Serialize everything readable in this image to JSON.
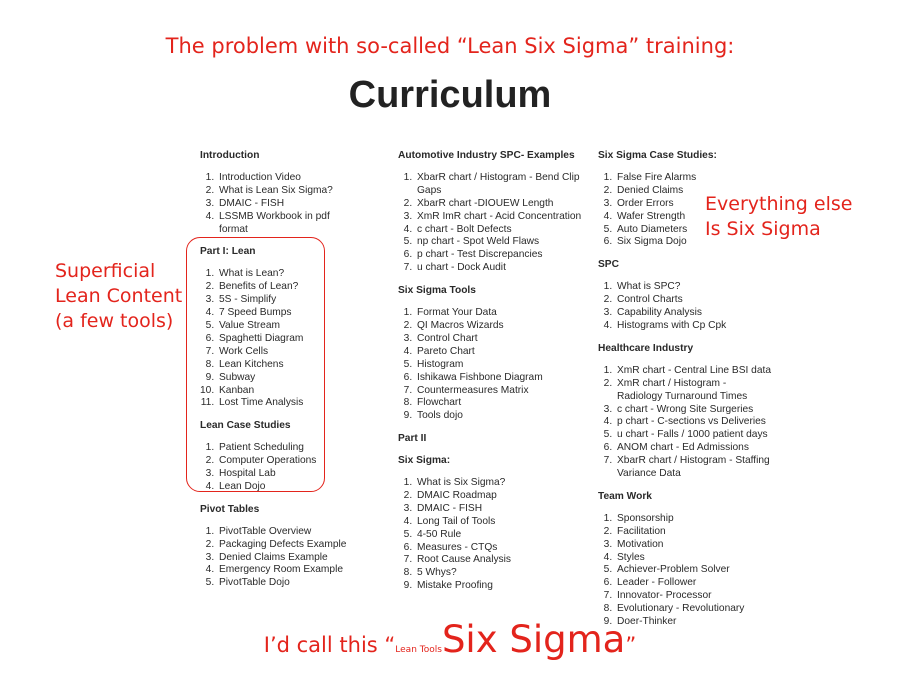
{
  "top_caption": "The problem with so-called “Lean Six Sigma” training:",
  "heading": "Curriculum",
  "notes": {
    "superficial": [
      "Superficial",
      "Lean Content",
      "(a few tools)"
    ],
    "everything_else": [
      "Everything else",
      "Is Six Sigma"
    ]
  },
  "bottom_caption": {
    "prefix": "I’d call this “",
    "small": "Lean Tools",
    "big": "Six Sigma",
    "suffix": "”"
  },
  "columns": [
    {
      "sections": [
        {
          "title": "Introduction",
          "items": [
            "Introduction Video",
            "What is Lean Six Sigma?",
            "DMAIC - FISH",
            "LSSMB Workbook in pdf format"
          ]
        },
        {
          "title": "Part I: Lean",
          "items": [
            "What is Lean?",
            "Benefits of Lean?",
            "5S - Simplify",
            "7 Speed Bumps",
            "Value Stream",
            "Spaghetti Diagram",
            "Work Cells",
            "Lean Kitchens",
            "Subway",
            "Kanban",
            "Lost Time Analysis"
          ]
        },
        {
          "title": "Lean Case Studies",
          "items": [
            "Patient Scheduling",
            "Computer Operations",
            "Hospital Lab",
            "Lean Dojo"
          ]
        },
        {
          "title": "Pivot Tables",
          "items": [
            "PivotTable Overview",
            "Packaging Defects Example",
            "Denied Claims Example",
            "Emergency Room Example",
            "PivotTable Dojo"
          ]
        }
      ]
    },
    {
      "sections": [
        {
          "title": "Automotive Industry SPC- Examples",
          "items": [
            "XbarR chart / Histogram - Bend Clip Gaps",
            "XbarR chart -DIOUEW Length",
            "XmR ImR chart - Acid Concentration",
            "c chart - Bolt Defects",
            "np chart - Spot Weld Flaws",
            "p chart - Test Discrepancies",
            "u chart - Dock Audit"
          ]
        },
        {
          "title": "Six Sigma Tools",
          "items": [
            "Format Your Data",
            "QI Macros Wizards",
            "Control Chart",
            "Pareto Chart",
            "Histogram",
            "Ishikawa Fishbone Diagram",
            "Countermeasures Matrix",
            "Flowchart",
            "Tools dojo"
          ]
        },
        {
          "title": "Part II",
          "items": []
        },
        {
          "title": "Six Sigma:",
          "items": [
            "What is Six Sigma?",
            "DMAIC Roadmap",
            "DMAIC - FISH",
            "Long Tail of Tools",
            "4-50 Rule",
            "Measures - CTQs",
            "Root Cause Analysis",
            "5 Whys?",
            "Mistake Proofing"
          ]
        }
      ]
    },
    {
      "sections": [
        {
          "title": "Six Sigma Case Studies:",
          "items": [
            "False Fire Alarms",
            "Denied Claims",
            "Order Errors",
            "Wafer Strength",
            "Auto Diameters",
            "Six Sigma Dojo"
          ]
        },
        {
          "title": "SPC",
          "items": [
            "What is SPC?",
            "Control Charts",
            "Capability Analysis",
            "Histograms with Cp Cpk"
          ]
        },
        {
          "title": "Healthcare Industry",
          "items": [
            "XmR chart - Central Line BSI data",
            "XmR chart / Histogram - Radiology Turnaround Times",
            "c chart - Wrong Site Surgeries",
            "p chart - C-sections vs Deliveries",
            "u chart - Falls / 1000 patient days",
            "ANOM chart - Ed Admissions",
            "XbarR chart / Histogram - Staffing Variance Data"
          ]
        },
        {
          "title": "Team Work",
          "items": [
            "Sponsorship",
            "Facilitation",
            "Motivation",
            "Styles",
            "Achiever-Problem Solver",
            "Leader - Follower",
            "Innovator- Processor",
            "Evolutionary - Revolutionary",
            "Doer-Thinker"
          ]
        }
      ]
    }
  ],
  "colors": {
    "accent_red": "#e3241c",
    "text": "#2a2a2a"
  }
}
